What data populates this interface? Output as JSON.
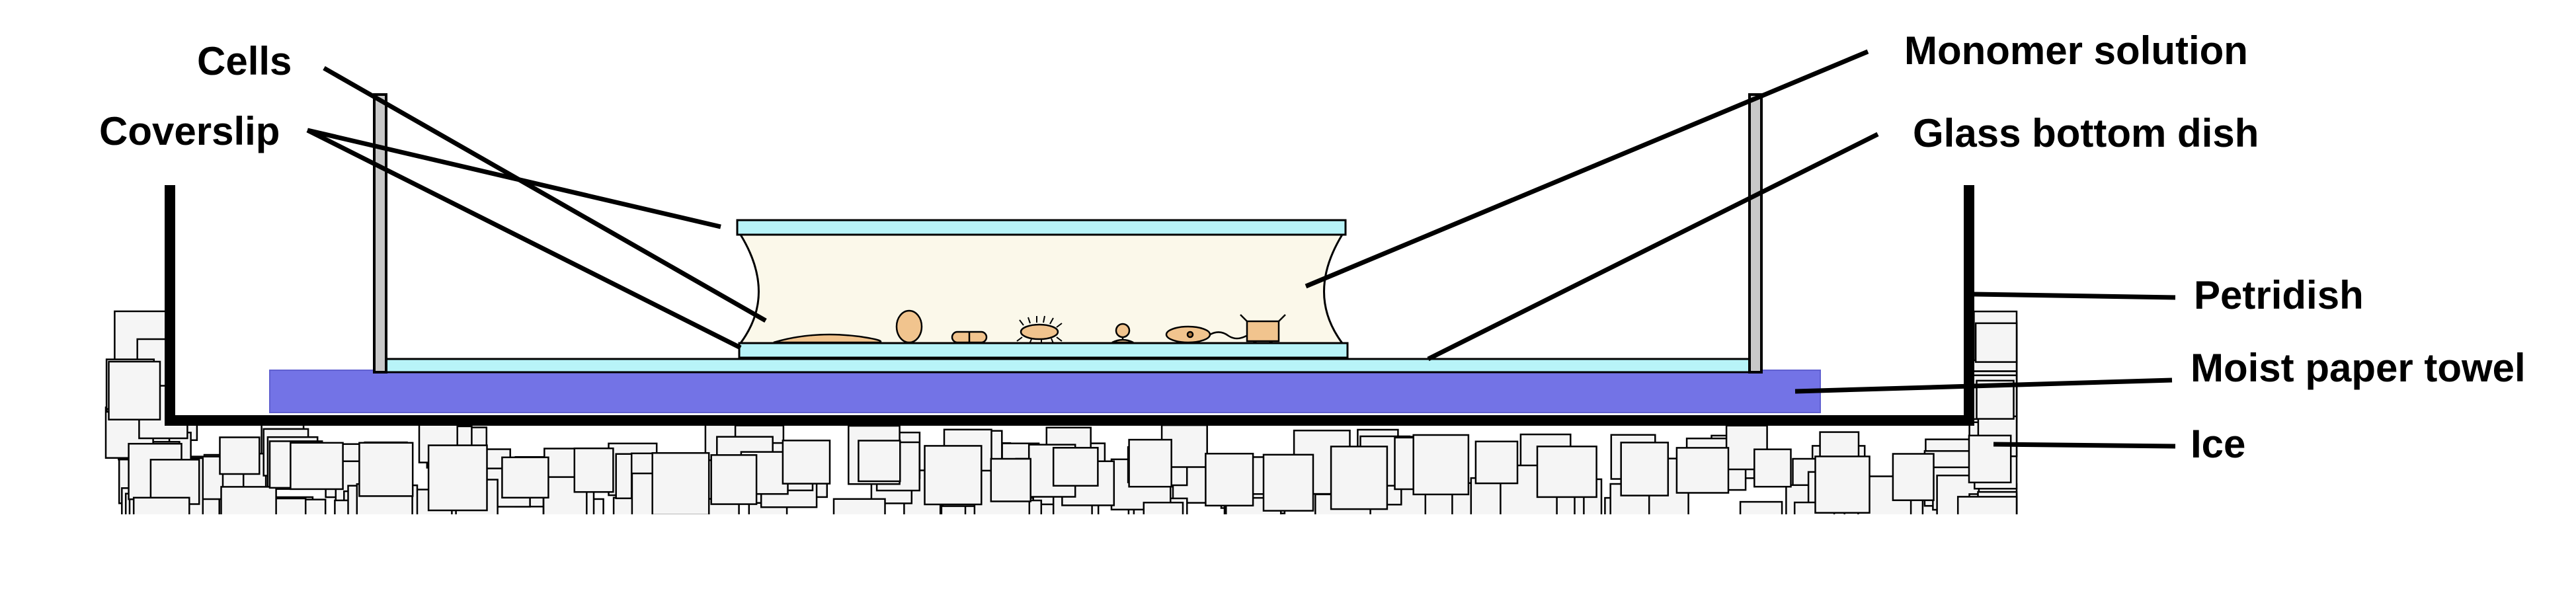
{
  "labels": {
    "cells": "Cells",
    "coverslip": "Coverslip",
    "monomer_solution": "Monomer solution",
    "glass_bottom_dish": "Glass bottom dish",
    "petridish": "Petridish",
    "moist_paper_towel": "Moist paper towel",
    "ice": "Ice"
  },
  "colors": {
    "outline": "#000000",
    "coverslip": "#b8f4f8",
    "solution": "#fbf8ea",
    "paper_towel": "#7373e6",
    "cell": "#f1c48e",
    "ice_cube": "#f5f5f5",
    "pillar": "#c8c8c8"
  }
}
